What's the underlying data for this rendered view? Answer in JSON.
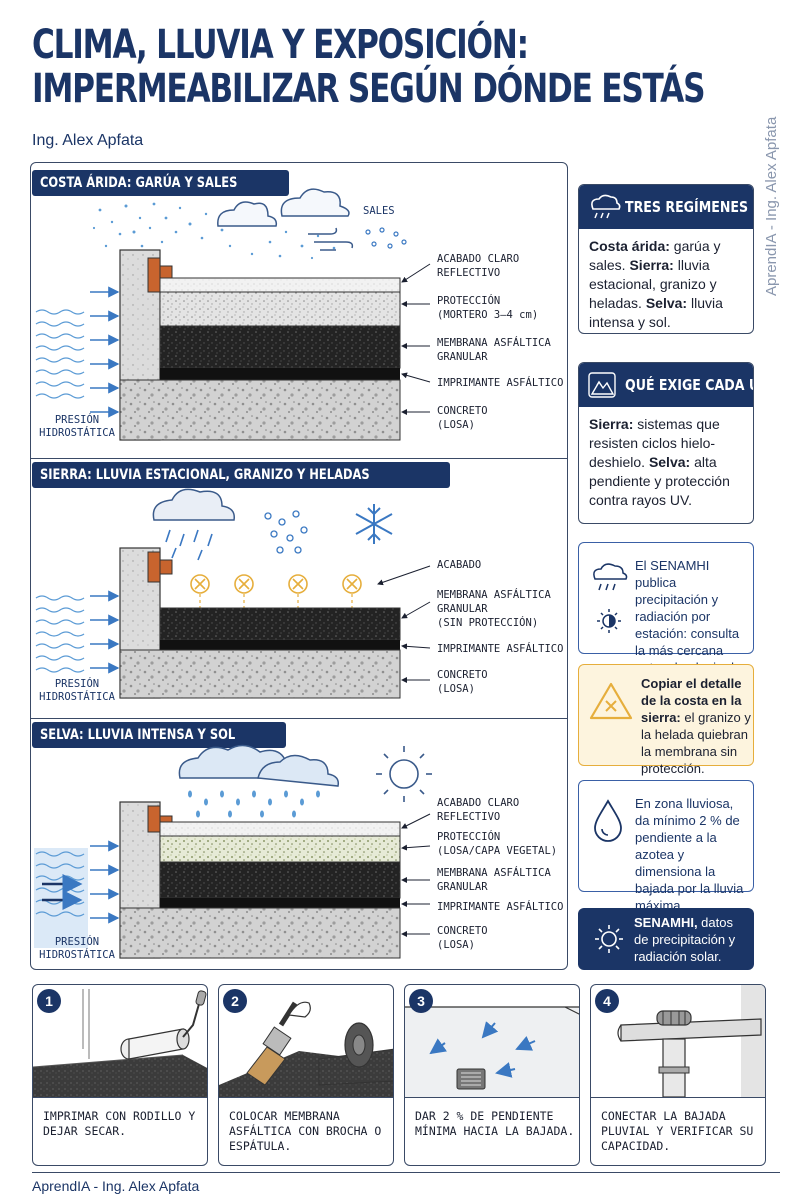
{
  "header": {
    "title_line1": "CLIMA, LLUVIA Y EXPOSICIÓN:",
    "title_line2": "IMPERMEABILIZAR SEGÚN DÓNDE ESTÁS",
    "author": "Ing. Alex Apfata",
    "vertical_credit": "AprendIA - Ing. Alex Apfata"
  },
  "sections": [
    {
      "tag": "COSTA ÁRIDA: GARÚA Y SALES",
      "weather_label": "SALES",
      "pressure_line1": "PRESIÓN",
      "pressure_line2": "HIDROSTÁTICA",
      "layers": [
        {
          "l1": "ACABADO CLARO",
          "l2": "REFLECTIVO"
        },
        {
          "l1": "PROTECCIÓN",
          "l2": "(MORTERO 3–4 cm)"
        },
        {
          "l1": "MEMBRANA ASFÁLTICA",
          "l2": "GRANULAR"
        },
        {
          "l1": "IMPRIMANTE ASFÁLTICO",
          "l2": ""
        },
        {
          "l1": "CONCRETO",
          "l2": "(LOSA)"
        }
      ]
    },
    {
      "tag": "SIERRA: LLUVIA ESTACIONAL, GRANIZO Y HELADAS",
      "pressure_line1": "PRESIÓN",
      "pressure_line2": "HIDROSTÁTICA",
      "layers": [
        {
          "l1": "ACABADO",
          "l2": "",
          "l3": ""
        },
        {
          "l1": "MEMBRANA ASFÁLTICA",
          "l2": "GRANULAR",
          "l3": "(SIN PROTECCIÓN)"
        },
        {
          "l1": "IMPRIMANTE ASFÁLTICO",
          "l2": "",
          "l3": ""
        },
        {
          "l1": "CONCRETO",
          "l2": "(LOSA)",
          "l3": ""
        }
      ]
    },
    {
      "tag": "SELVA: LLUVIA INTENSA Y SOL",
      "pressure_line1": "PRESIÓN",
      "pressure_line2": "HIDROSTÁTICA",
      "layers": [
        {
          "l1": "ACABADO CLARO",
          "l2": "REFLECTIVO"
        },
        {
          "l1": "PROTECCIÓN",
          "l2": "(LOSA/CAPA VEGETAL)"
        },
        {
          "l1": "MEMBRANA ASFÁLTICA",
          "l2": "GRANULAR"
        },
        {
          "l1": "IMPRIMANTE ASFÁLTICO",
          "l2": ""
        },
        {
          "l1": "CONCRETO",
          "l2": "(LOSA)"
        }
      ]
    }
  ],
  "right": {
    "card1": {
      "title": "TRES REGÍMENES",
      "b1": "Costa árida:",
      "t1": " garúa y sales. ",
      "b2": "Sierra:",
      "t2": " lluvia estacional, granizo y heladas. ",
      "b3": "Selva:",
      "t3": " lluvia intensa y sol."
    },
    "card2": {
      "title": "QUÉ EXIGE CADA UNO",
      "b1": "Sierra:",
      "t1": " sistemas que resisten ciclos hielo-deshielo. ",
      "b2": "Selva:",
      "t2": " alta pendiente y protección contra rayos UV."
    },
    "info1": "El SENAMHI publica precipitación y radiación por estación: consulta la más cercana antes de elegir el sistema.",
    "warn": {
      "bold": "Copiar el detalle de la costa en la sierra:",
      "text": " el granizo y la helada quiebran la membrana sin protección."
    },
    "info2": "En zona lluviosa, da mínimo 2 % de pendiente a la azotea y dimensiona la bajada por la lluvia máxima.",
    "dark": {
      "bold": "SENAMHI,",
      "text": " datos de precipitación y radiación solar."
    }
  },
  "steps": [
    {
      "num": "1",
      "text": "IMPRIMAR CON RODILLO Y DEJAR SECAR."
    },
    {
      "num": "2",
      "text": "COLOCAR MEMBRANA ASFÁLTICA CON BROCHA O ESPÁTULA."
    },
    {
      "num": "3",
      "text": "DAR 2 % DE PENDIENTE MÍNIMA HACIA LA BAJADA."
    },
    {
      "num": "4",
      "text": "CONECTAR LA BAJADA PLUVIAL Y VERIFICAR SU CAPACIDAD."
    }
  ],
  "footer": "AprendIA - Ing. Alex Apfata",
  "colors": {
    "navy": "#1b3566",
    "water": "#5b9bd5",
    "warning": "#e6ae3c",
    "flashing": "#c8642e",
    "membrane": "#1e1e1e",
    "concrete": "#cfcfcf"
  }
}
